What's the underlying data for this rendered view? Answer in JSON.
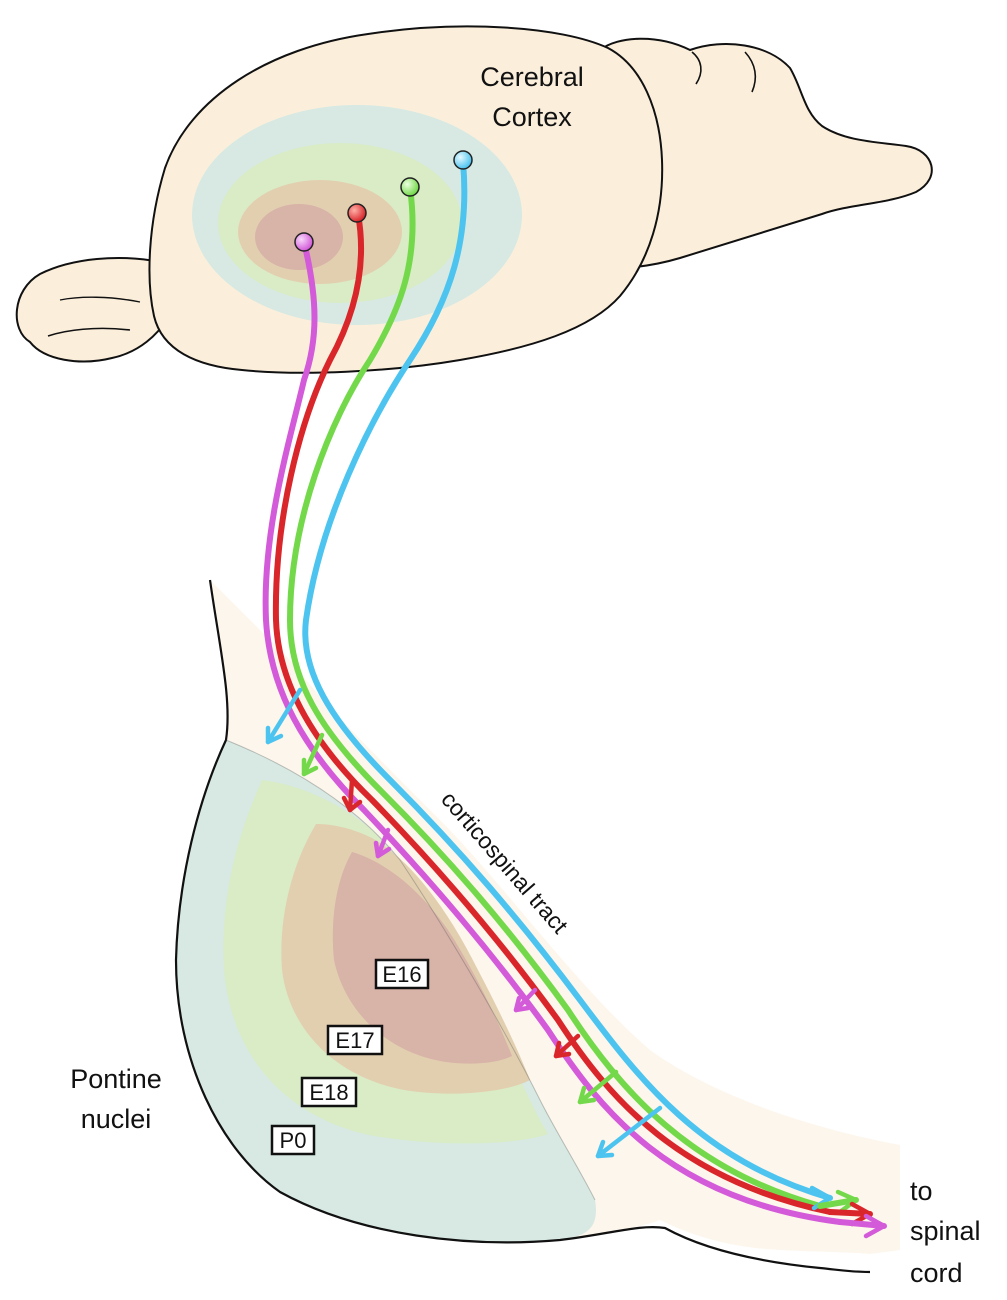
{
  "labels": {
    "cortex_line1": "Cerebral",
    "cortex_line2": "Cortex",
    "tract": "corticospinal tract",
    "pontine_line1": "Pontine",
    "pontine_line2": "nuclei",
    "spinal_line1": "to",
    "spinal_line2": "spinal",
    "spinal_line3": "cord"
  },
  "stages": [
    "E16",
    "E17",
    "E18",
    "P0"
  ],
  "colors": {
    "magenta": "#d35ad8",
    "red": "#d9262b",
    "green": "#73d94a",
    "cyan": "#4dc4ef",
    "brain_fill": "#fbefdc",
    "zone_p0": "#d7e9e2",
    "zone_e18": "#d9ecc6",
    "zone_e17": "#e2cfb0",
    "zone_e16": "#d8b3a8"
  }
}
